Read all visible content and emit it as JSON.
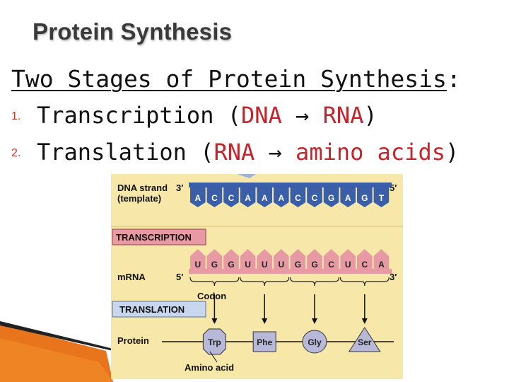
{
  "slide": {
    "title": "Protein Synthesis",
    "heading_underlined": "Two Stages of Protein Synthesis",
    "heading_colon": ":",
    "items": [
      {
        "number": "1.",
        "parts": [
          "Transcription (",
          "DNA",
          " → ",
          "RNA",
          ")"
        ]
      },
      {
        "number": "2.",
        "parts": [
          "Translation (",
          "RNA",
          " → ",
          "amino acids",
          ")"
        ]
      }
    ]
  },
  "diagram": {
    "dna_label_line1": "DNA strand",
    "dna_label_line2": "(template)",
    "dna_end_left": "3′",
    "dna_end_right": "5′",
    "dna_bases": [
      "A",
      "C",
      "C",
      "A",
      "A",
      "A",
      "C",
      "C",
      "G",
      "A",
      "G",
      "T"
    ],
    "transcription_label": "TRANSCRIPTION",
    "mrna_label": "mRNA",
    "mrna_end_left": "5′",
    "mrna_end_right": "3′",
    "mrna_bases": [
      "U",
      "G",
      "G",
      "U",
      "U",
      "U",
      "G",
      "G",
      "C",
      "U",
      "C",
      "A"
    ],
    "codon_label": "Codon",
    "translation_label": "TRANSLATION",
    "protein_label": "Protein",
    "amino_acids": [
      "Trp",
      "Phe",
      "Gly",
      "Ser"
    ],
    "amino_acid_label": "Amino acid",
    "colors": {
      "background": "#f7e7a8",
      "dna": "#3b5ea8",
      "mrna": "#e89aa4",
      "transcription_box": "#e89aa4",
      "translation_box": "#c9d7ee",
      "amino_acid": "#b8b8d8"
    }
  }
}
